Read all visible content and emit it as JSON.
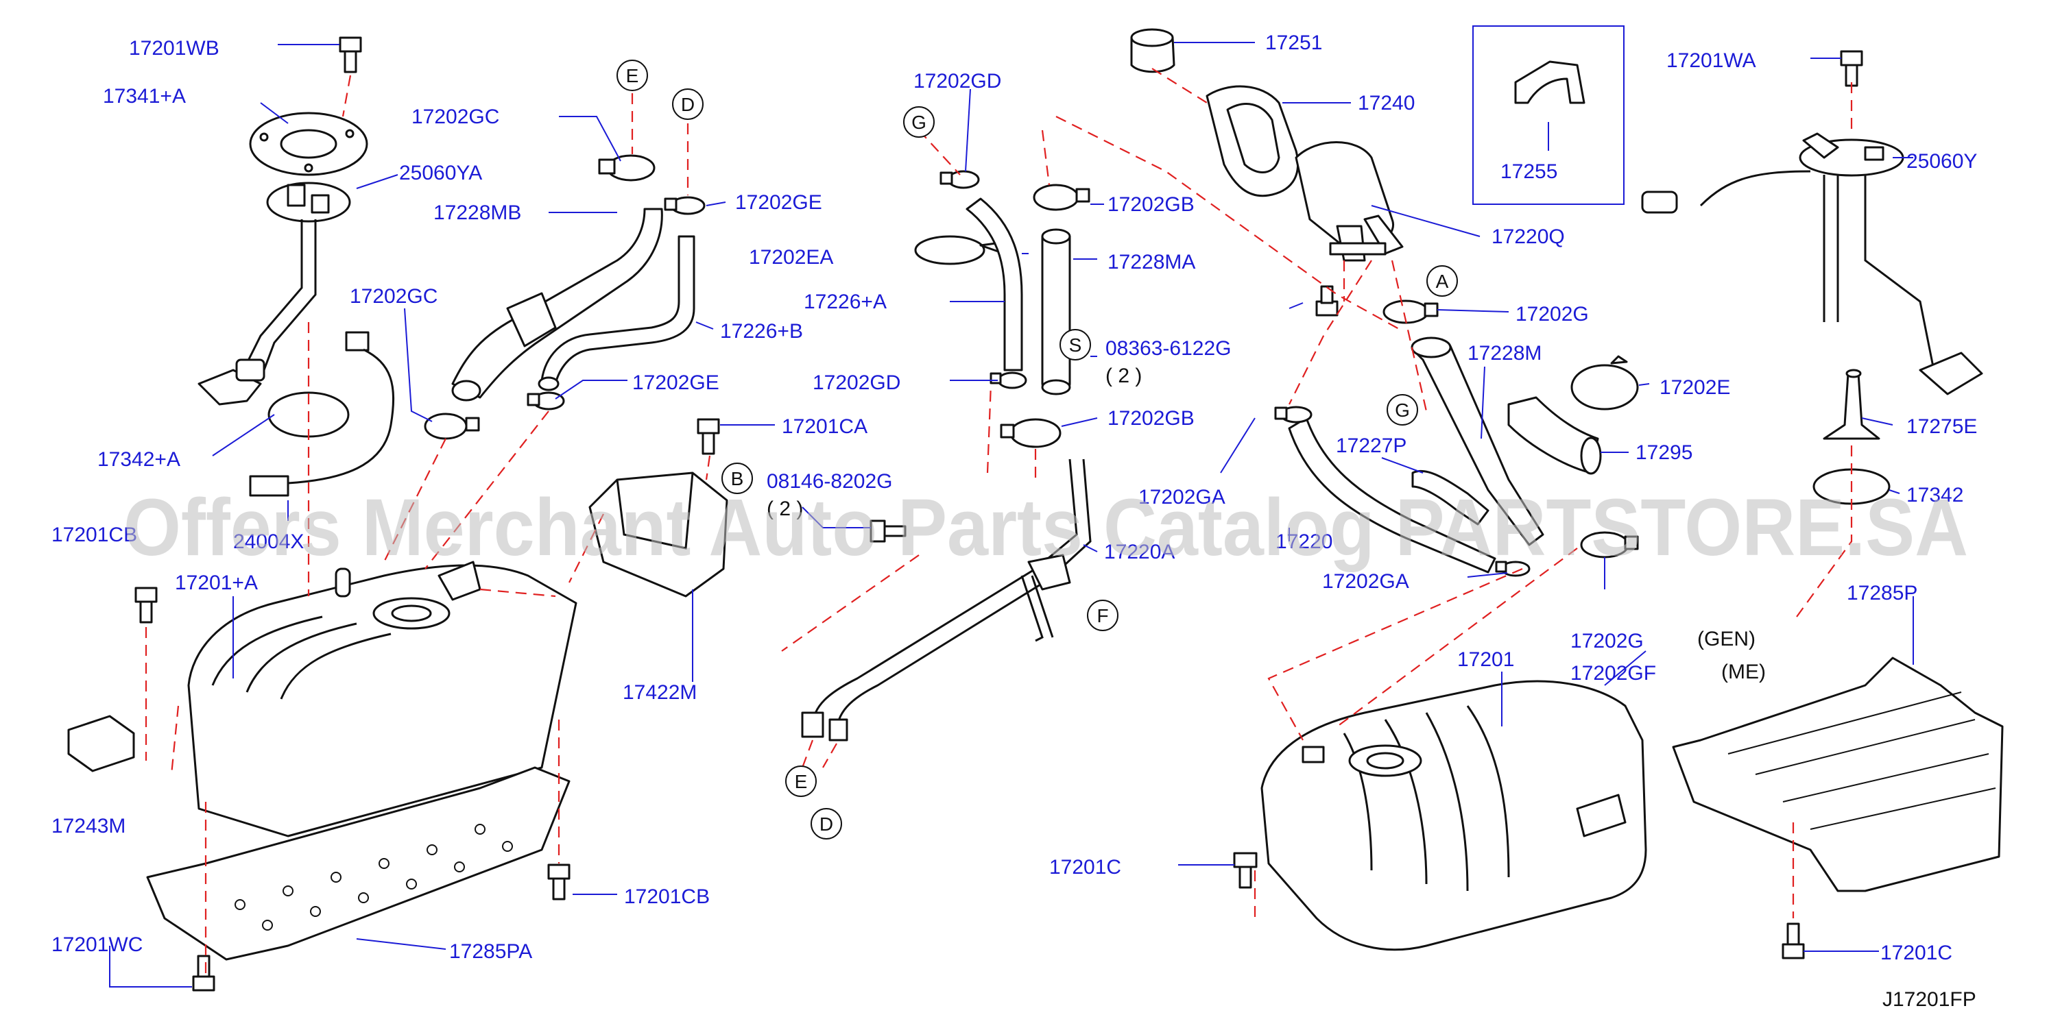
{
  "diagram": {
    "watermark": "Offers Merchant Auto Parts Catalog PARTSTORE.SA",
    "figure_code": "J17201FP",
    "notes": [
      "(GEN)",
      "(ME)"
    ],
    "callouts": [
      {
        "letter": "E"
      },
      {
        "letter": "D"
      },
      {
        "letter": "G"
      },
      {
        "letter": "A"
      },
      {
        "letter": "S"
      },
      {
        "letter": "G"
      },
      {
        "letter": "B"
      },
      {
        "letter": "F"
      },
      {
        "letter": "E"
      },
      {
        "letter": "D"
      }
    ],
    "labels": [
      "17201WB",
      "17341+A",
      "25060YA",
      "17228MB",
      "17202GC",
      "17202GE",
      "17202GC",
      "17226+B",
      "17202GE",
      "17342+A",
      "24004X",
      "17201CA",
      "08146-8202G",
      "( 2 )",
      "17201CB",
      "17201+A",
      "17422M",
      "17243M",
      "17201CB",
      "17201WC",
      "17285PA",
      "17202GD",
      "17202GB",
      "17202EA",
      "17228MA",
      "17226+A",
      "08363-6122G",
      "( 2 )",
      "17202GD",
      "17202GB",
      "17220A",
      "17251",
      "17240",
      "17255",
      "17220Q",
      "17202G",
      "17228M",
      "17202E",
      "17295",
      "17227P",
      "17202GA",
      "17220",
      "17202GA",
      "17202G",
      "17202GF",
      "17201",
      "17201C",
      "17201WA",
      "25060Y",
      "17275E",
      "17342",
      "17285P",
      "17201C"
    ]
  }
}
